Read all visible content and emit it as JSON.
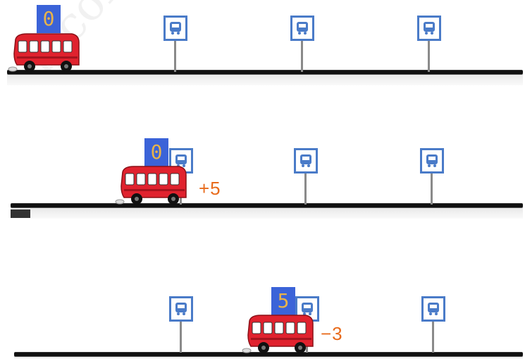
{
  "colors": {
    "bus_body": "#e0222e",
    "counter_bg": "#3b63d8",
    "counter_text": "#e8b34a",
    "sign_border": "#4a7bc8",
    "delta_text": "#e86b1c",
    "road": "#111111"
  },
  "icons": {
    "bus": "bus-icon",
    "bus_stop_sign": "bus-stop-sign-icon"
  },
  "watermark": "n cong",
  "scenes": [
    {
      "counter": "0",
      "delta": ""
    },
    {
      "counter": "0",
      "delta": "+5"
    },
    {
      "counter": "5",
      "delta": "−3"
    }
  ]
}
